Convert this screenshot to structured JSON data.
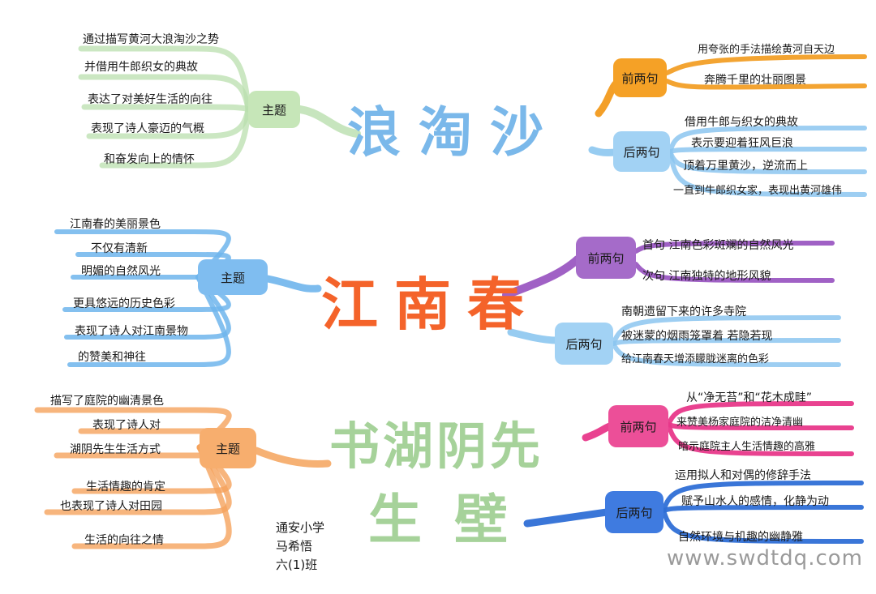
{
  "poems": [
    {
      "title": "浪淘沙",
      "colors": {
        "title": "#6ab0e8",
        "theme": "#b9dfae",
        "front": "#f29a1c",
        "back": "#8cc6f0"
      },
      "theme_label": "主题",
      "theme_lines": [
        "通过描写黄河大浪淘沙之势",
        "并借用牛郎织女的典故",
        "表达了对美好生活的向往",
        "表现了诗人豪迈的气概",
        "和奋发向上的情怀"
      ],
      "front_label": "前两句",
      "front_lines": [
        "用夸张的手法描绘黄河自天边",
        "奔腾千里的壮丽图景"
      ],
      "back_label": "后两句",
      "back_lines": [
        "借用牛郎与织女的典故",
        "表示要迎着狂风巨浪",
        "顶着万里黄沙，逆流而上",
        "一直到牛郎织女家，表现出黄河雄伟"
      ]
    },
    {
      "title": "江南春",
      "colors": {
        "title": "#f4632a",
        "theme": "#6fb5ec",
        "front": "#9b59c2",
        "back": "#8cc6f0"
      },
      "theme_label": "主题",
      "theme_lines": [
        "江南春的美丽景色",
        "不仅有清新",
        "明媚的自然风光",
        "更具悠远的历史色彩",
        "表现了诗人对江南景物",
        "的赞美和神往"
      ],
      "front_label": "前两句",
      "front_lines": [
        "首句 江南色彩斑斓的自然风光",
        "次句 江南独特的地形风貌"
      ],
      "back_label": "后两句",
      "back_lines": [
        "南朝遗留下来的许多寺院",
        "被迷蒙的烟雨笼罩着 若隐若现",
        "给江南春天增添朦胧迷离的色彩"
      ]
    },
    {
      "title_lines": [
        "书湖阴先",
        "生壁"
      ],
      "colors": {
        "title": "#9ccc8f",
        "theme": "#f5a35c",
        "front": "#e8388a",
        "back": "#2f6fd6"
      },
      "theme_label": "主题",
      "theme_lines": [
        "描写了庭院的幽清景色",
        "表现了诗人对",
        "湖阴先生生活方式",
        "生活情趣的肯定",
        "也表现了诗人对田园",
        "生活的向往之情"
      ],
      "front_label": "前两句",
      "front_lines": [
        "从“净无苔”和“花木成畦”",
        "来赞美杨家庭院的洁净清幽",
        "暗示庭院主人生活情趣的高雅"
      ],
      "back_label": "后两句",
      "back_lines": [
        "运用拟人和对偶的修辞手法",
        "赋予山水人的感情，化静为动",
        "自然环境与机趣的幽静雅"
      ]
    }
  ],
  "signature": [
    "通安小学",
    "马希悟",
    "六(1)班"
  ],
  "watermark": "www.swdtdq.com"
}
